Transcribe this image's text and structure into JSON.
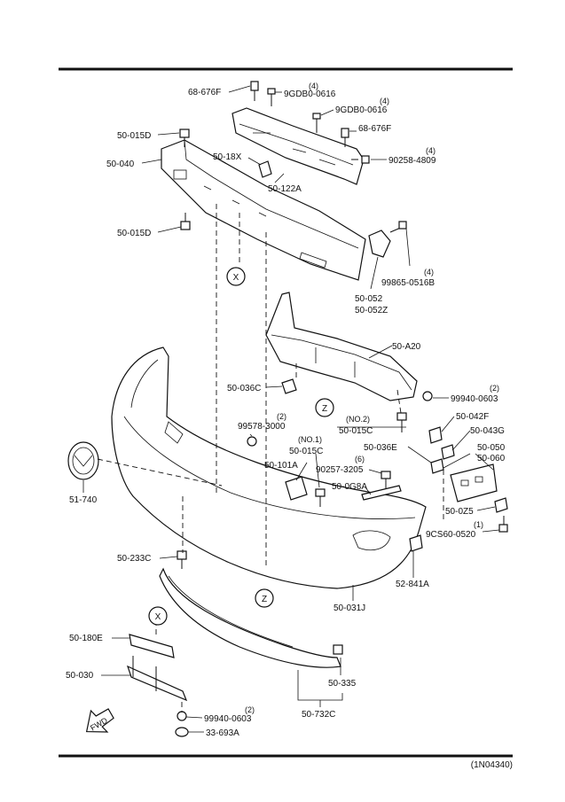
{
  "diagram_id": "(1N04340)",
  "fwd_label": "FWD",
  "callouts": {
    "x": "X",
    "z": "Z"
  },
  "labels": {
    "p68676F_a": "68-676F",
    "q4_a": "(4)",
    "p9GDB_a": "9GDB0-0616",
    "q4_b": "(4)",
    "p9GDB_b": "9GDB0-0616",
    "p68676F_b": "68-676F",
    "q4_c": "(4)",
    "p90258": "90258-4809",
    "p50015D_a": "50-015D",
    "p50040": "50-040",
    "p5018X": "50-18X",
    "p50122A": "50-122A",
    "p50015D_b": "50-015D",
    "q4_d": "(4)",
    "p99865": "99865-0516B",
    "p50052": "50-052",
    "p50052Z": "50-052Z",
    "p50A20": "50-A20",
    "p50036C": "50-036C",
    "q2_a": "(2)",
    "p99940_a": "99940-0603",
    "no2": "(NO.2)",
    "p50015C_a": "50-015C",
    "p50042F": "50-042F",
    "q2_b": "(2)",
    "p99578": "99578-3000",
    "no1": "(NO.1)",
    "p50015C_b": "50-015C",
    "p50036E": "50-036E",
    "p50043G": "50-043G",
    "p50050": "50-050",
    "p50060": "50-060",
    "p50101A": "50-101A",
    "q6": "(6)",
    "p90257": "90257-3205",
    "p50G8A": "50-0G8A",
    "p51740": "51-740",
    "p50Z5": "50-0Z5",
    "q1": "(1)",
    "p9CS60": "9CS60-0520",
    "p50233C": "50-233C",
    "p52841A": "52-841A",
    "p50031J": "50-031J",
    "p50180E": "50-180E",
    "p50030": "50-030",
    "q2_c": "(2)",
    "p99940_b": "99940-0603",
    "p33693A": "33-693A",
    "p50335": "50-335",
    "p50732C": "50-732C"
  }
}
